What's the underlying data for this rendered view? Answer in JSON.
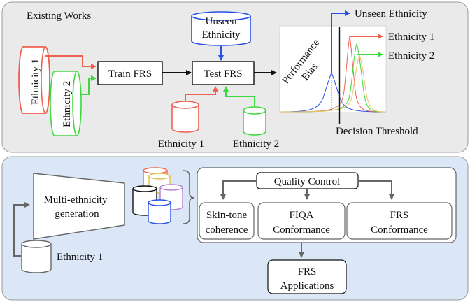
{
  "top_panel": {
    "title": "Existing Works",
    "train_box": "Train FRS",
    "test_box": "Test FRS",
    "unseen_db": [
      "Unseen",
      "Ethnicity"
    ],
    "eth1_vertical": "Ethnicity 1",
    "eth2_vertical": "Ethnicity 2",
    "eth1_bottom": "Ethnicity 1",
    "eth2_bottom": "Ethnicity 2",
    "perf_bias_1": "Performance",
    "perf_bias_2": "Bias",
    "legend_unseen": "Unseen Ethnicity",
    "legend_eth1": "Ethnicity 1",
    "legend_eth2": "Ethnicity 2",
    "decision_threshold": "Decision Threshold"
  },
  "bottom_panel": {
    "generator": [
      "Multi-ethnicity",
      "generation"
    ],
    "input_db": "Ethnicity 1",
    "quality_control": "Quality Control",
    "skin_tone": [
      "Skin-tone",
      "coherence"
    ],
    "fiqa": [
      "FIQA",
      "Conformance"
    ],
    "frs_conf": [
      "FRS",
      "Conformance"
    ],
    "frs_apps": [
      "FRS",
      "Applications"
    ]
  },
  "colors": {
    "panel_top": "#eaeaea",
    "panel_bottom": "#dbe7f7",
    "red": "#f06050",
    "green": "#3dd83d",
    "blue": "#2850e6",
    "gray_arrow": "#666666"
  }
}
